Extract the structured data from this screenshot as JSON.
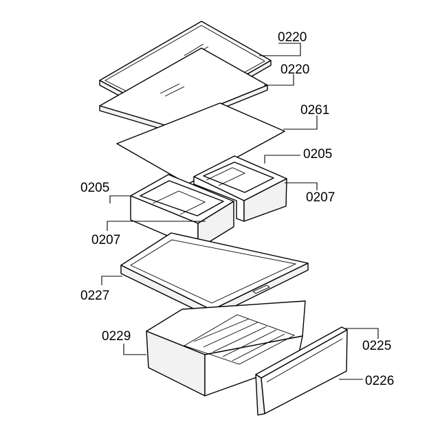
{
  "diagram": {
    "labels": {
      "glass_shelf_top": "0220",
      "glass_shelf_second": "0220",
      "shelf_sheet": "0261",
      "drawer_right": "0205",
      "drawer_right_front": "0207",
      "drawer_left": "0205",
      "drawer_left_front": "0207",
      "crisper_cover": "0227",
      "crisper_box": "0229",
      "crisper_front_rail": "0225",
      "crisper_front_panel": "0226"
    }
  }
}
